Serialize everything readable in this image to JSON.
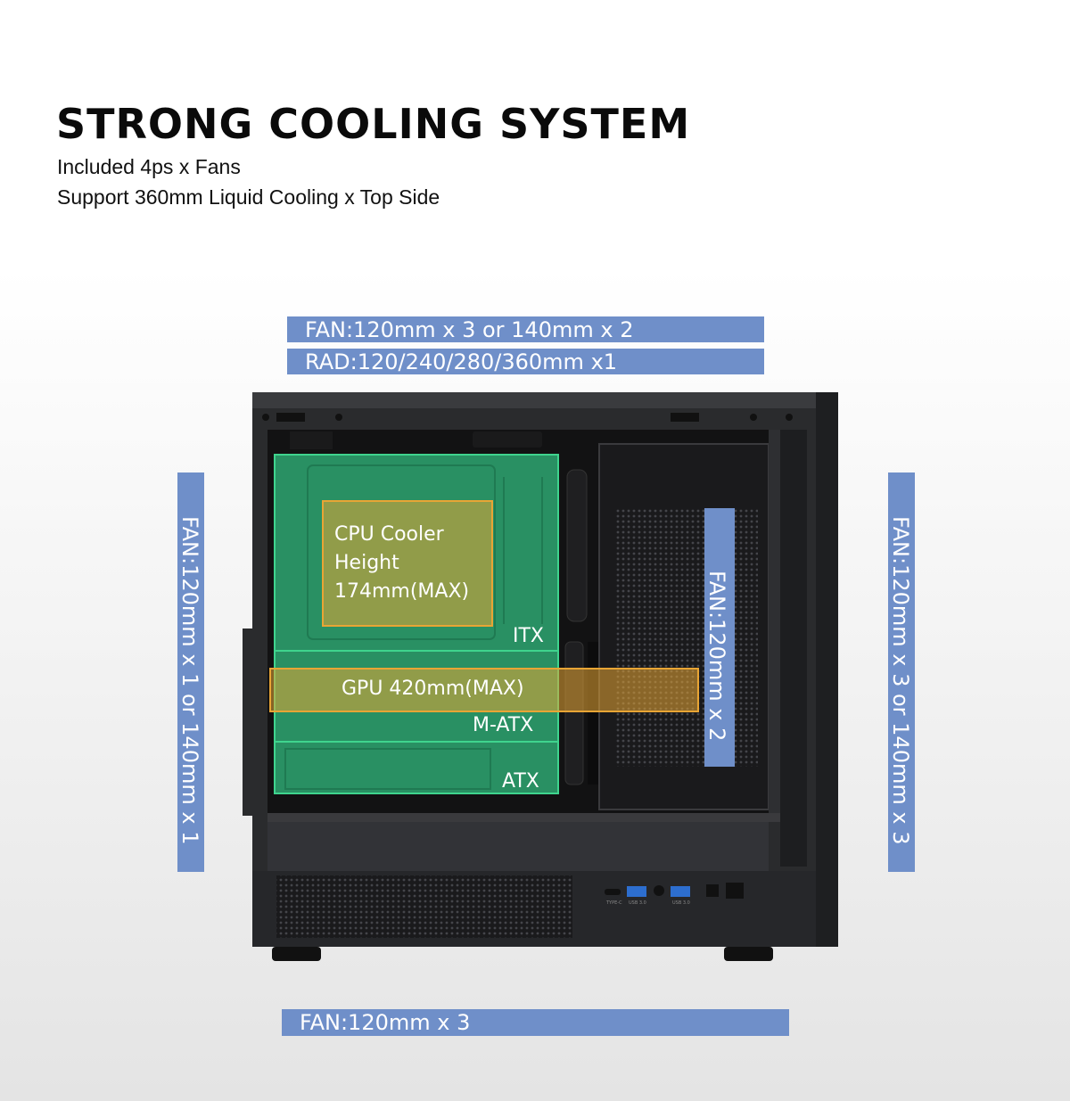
{
  "header": {
    "title": "STRONG COOLING SYSTEM",
    "line1": "Included 4ps x  Fans",
    "line2": "Support 360mm Liquid Cooling x Top Side"
  },
  "top_support": {
    "fan": "FAN:120mm x 3 or 140mm x 2",
    "rad": "RAD:120/240/280/360mm x1"
  },
  "left_support": {
    "fan": "FAN:120mm x 1 or 140mm x 1"
  },
  "right_support": {
    "fan": "FAN:120mm x 3 or 140mm x 3"
  },
  "inner_support": {
    "fan": "FAN:120mm x 2"
  },
  "bottom_support": {
    "fan": "FAN:120mm x 3"
  },
  "zones": {
    "cpu_line1": "CPU Cooler",
    "cpu_line2": "Height",
    "cpu_line3": "174mm(MAX)",
    "itx": "ITX",
    "gpu": "GPU 420mm(MAX)",
    "matx": "M-ATX",
    "atx": "ATX"
  },
  "io_labels": {
    "typec": "TYPE-C",
    "usb_a": "USB 3.0",
    "usb_b": "USB 3.0"
  },
  "colors": {
    "label_blue": "#6f8fc9",
    "motherboard_green": "#2fb47a",
    "cpu_orange": "#e8a535",
    "case_black": "#2a2b2d"
  }
}
